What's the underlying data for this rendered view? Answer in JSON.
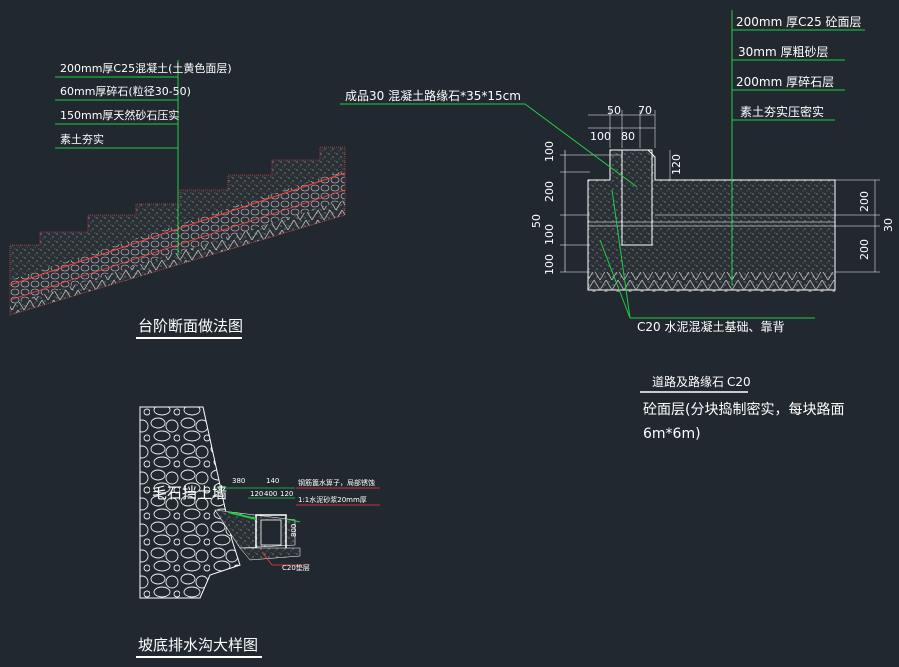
{
  "stair_section": {
    "title": "台阶断面做法图",
    "layers": [
      "200mm厚C25混凝土(土黄色面层)",
      "60mm厚碎石(粒径30-50)",
      "150mm厚天然砂石压实",
      "素土夯实"
    ]
  },
  "road_section": {
    "curb_label": "成品30 混凝土路缘石*35*15cm",
    "layers": [
      "200mm  厚C25 砼面层",
      "30mm  厚粗砂层",
      "200mm  厚碎石层",
      "素土夯实压密实"
    ],
    "top_dims": [
      "50",
      "70",
      "100",
      "80"
    ],
    "left_dims": [
      "100",
      "200",
      "50",
      "100",
      "100"
    ],
    "inner_dim": "120",
    "right_dims": [
      "200",
      "30",
      "200"
    ],
    "base_label": "C20 水泥混凝土基础、靠背",
    "title": "道路及路缘石",
    "notes": [
      "C20",
      "砼面层(分块捣制密实，每块路面",
      "6m*6m)"
    ]
  },
  "drain_section": {
    "wall_label": "毛石挡土墙",
    "labels": [
      "钢筋篦水箅子，局部锈蚀",
      "1:1水泥砂浆20mm厚",
      "C20垫层"
    ],
    "dims_top": [
      "380",
      "140"
    ],
    "dims_mid": [
      "120",
      "400",
      "120"
    ],
    "dim_side": "800",
    "title": "坡底排水沟大样图"
  }
}
